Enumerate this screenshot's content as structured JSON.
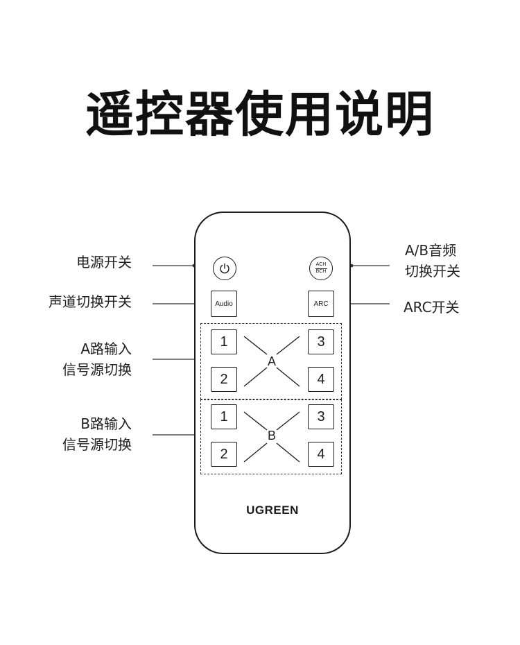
{
  "title": "遥控器使用说明",
  "labels": {
    "power": "电源开关",
    "channel_switch": "声道切换开关",
    "route_a": [
      "A路输入",
      "信号源切换"
    ],
    "route_b": [
      "B路输入",
      "信号源切换"
    ],
    "ab_audio": [
      "A/B音频",
      "切换开关"
    ],
    "arc": "ARC开关"
  },
  "remote": {
    "achbch_top": "ACH",
    "achbch_bottom": "BCH",
    "audio_button": "Audio",
    "arc_button": "ARC",
    "group_a": {
      "letter": "A",
      "buttons": [
        "1",
        "3",
        "2",
        "4"
      ]
    },
    "group_b": {
      "letter": "B",
      "buttons": [
        "1",
        "3",
        "2",
        "4"
      ]
    },
    "brand": "UGREEN"
  },
  "icons": {
    "power": "power-icon"
  }
}
